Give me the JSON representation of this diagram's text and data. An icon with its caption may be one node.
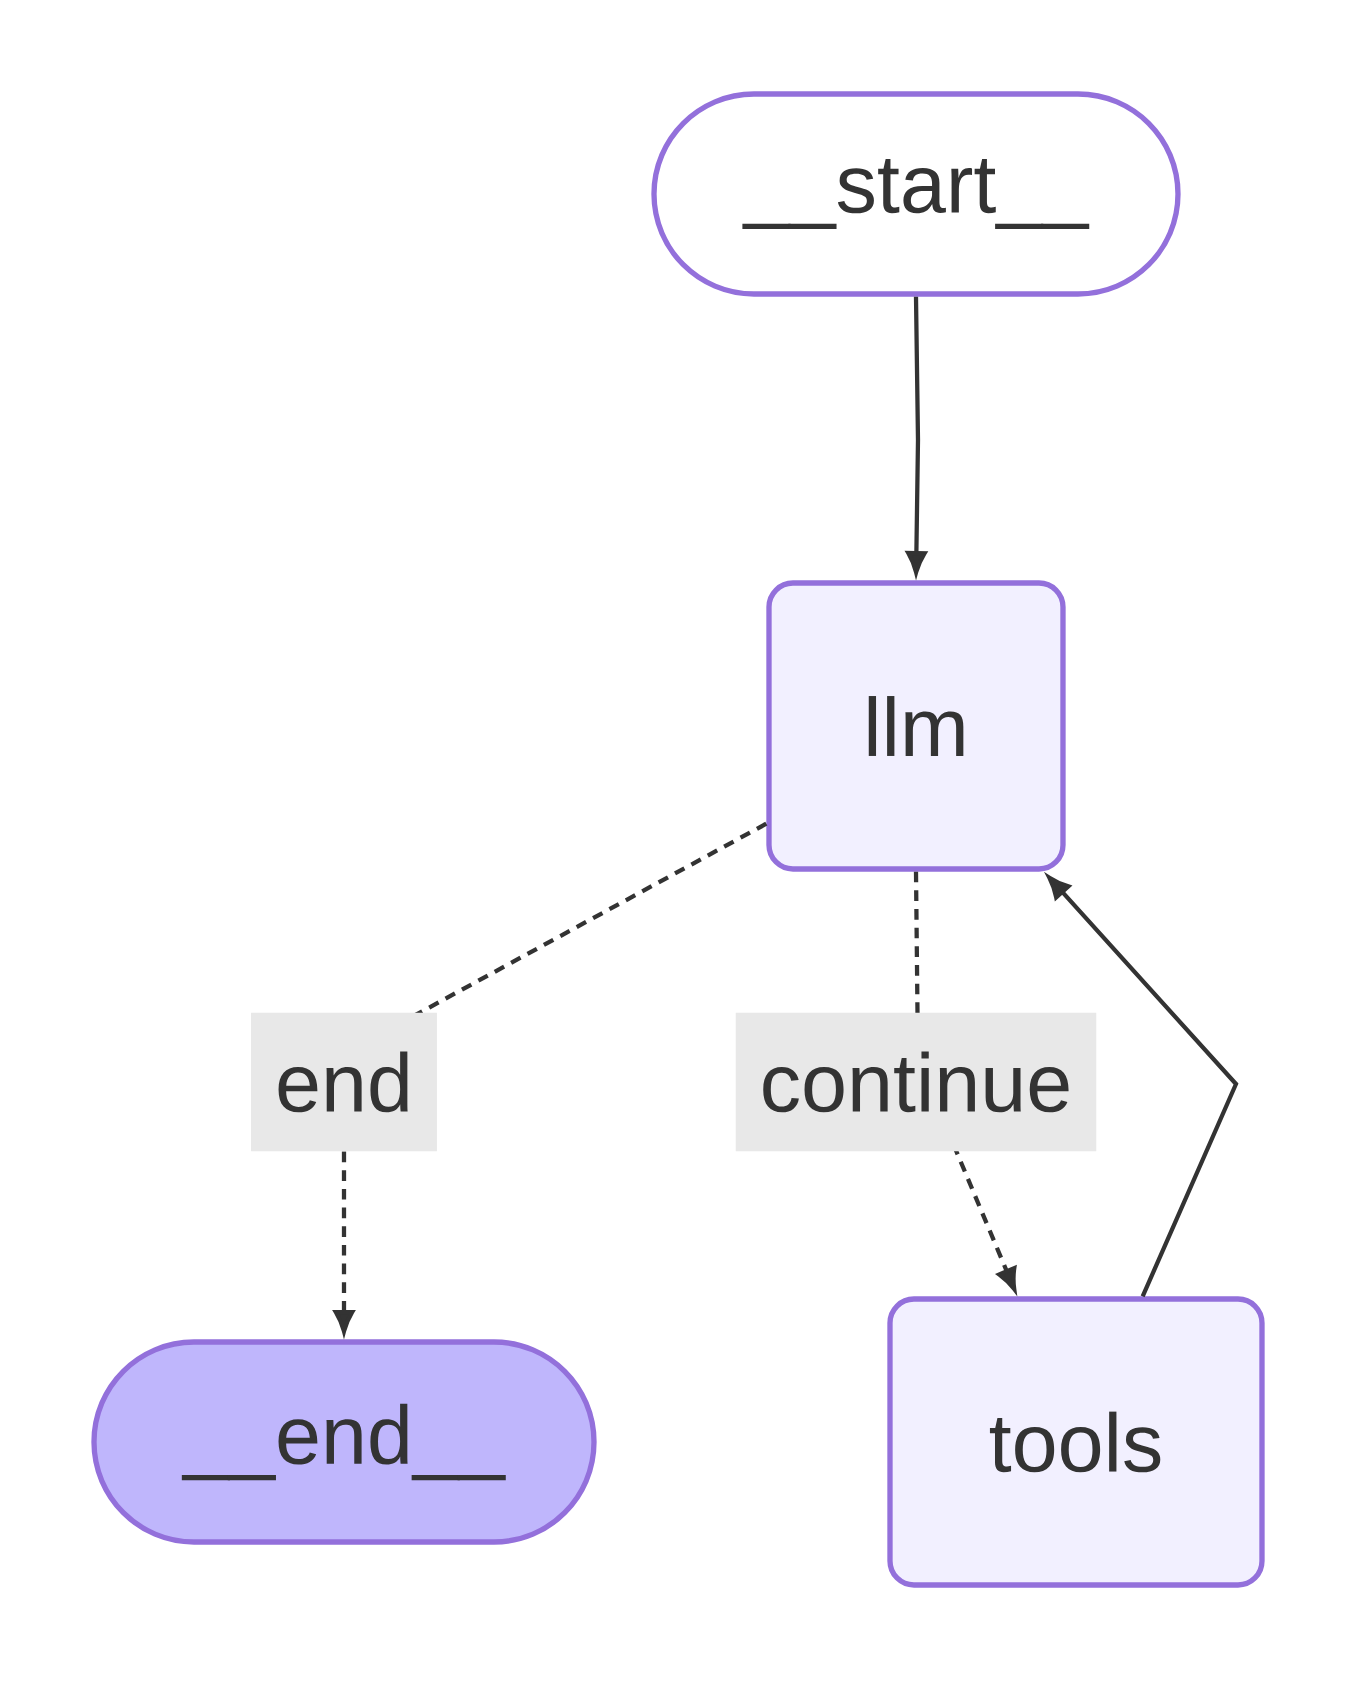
{
  "diagram": {
    "nodes": [
      {
        "text": [
          "__start__"
        ]
      },
      {
        "text": [
          "llm"
        ]
      },
      {
        "text": [
          "__end__"
        ]
      },
      {
        "text": [
          "tools"
        ]
      }
    ],
    "edges": [
      {
        "from": 0,
        "to": 1,
        "arrow": "to"
      },
      {
        "from": 1,
        "to": 2,
        "arrow": "to",
        "style": "dashed",
        "label": "end"
      },
      {
        "from": 1,
        "to": 3,
        "arrow": "to",
        "style": "dashed",
        "label": "continue"
      },
      {
        "from": 3,
        "to": 1,
        "arrow": "to"
      }
    ]
  }
}
